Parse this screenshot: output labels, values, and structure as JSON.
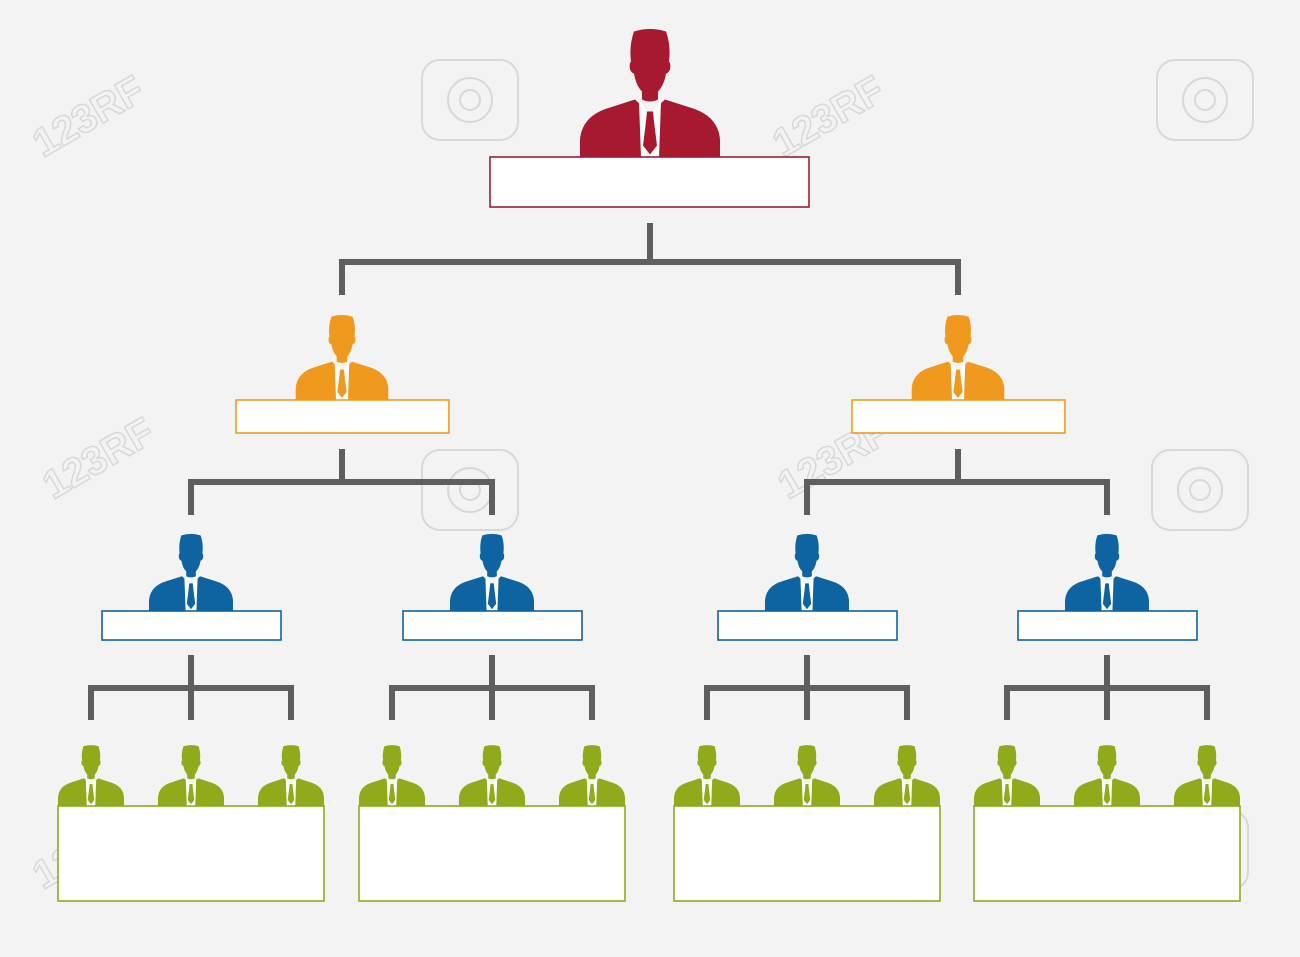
{
  "watermark": {
    "text": "123RF",
    "color": "#d8d8d8"
  },
  "colors": {
    "background": "#f3f3f3",
    "connector": "#5e5e5e",
    "level_1": "#a6192e",
    "level_2": "#ef9a1e",
    "level_3": "#0e64a0",
    "level_4": "#8fab1b"
  },
  "diagram": {
    "type": "org-chart",
    "levels": 4,
    "icon": "person-in-suit-icon",
    "structure": {
      "root": {
        "children": [
          {
            "children": [
              {
                "team_size": 3
              },
              {
                "team_size": 3
              }
            ]
          },
          {
            "children": [
              {
                "team_size": 3
              },
              {
                "team_size": 3
              }
            ]
          }
        ]
      }
    }
  }
}
